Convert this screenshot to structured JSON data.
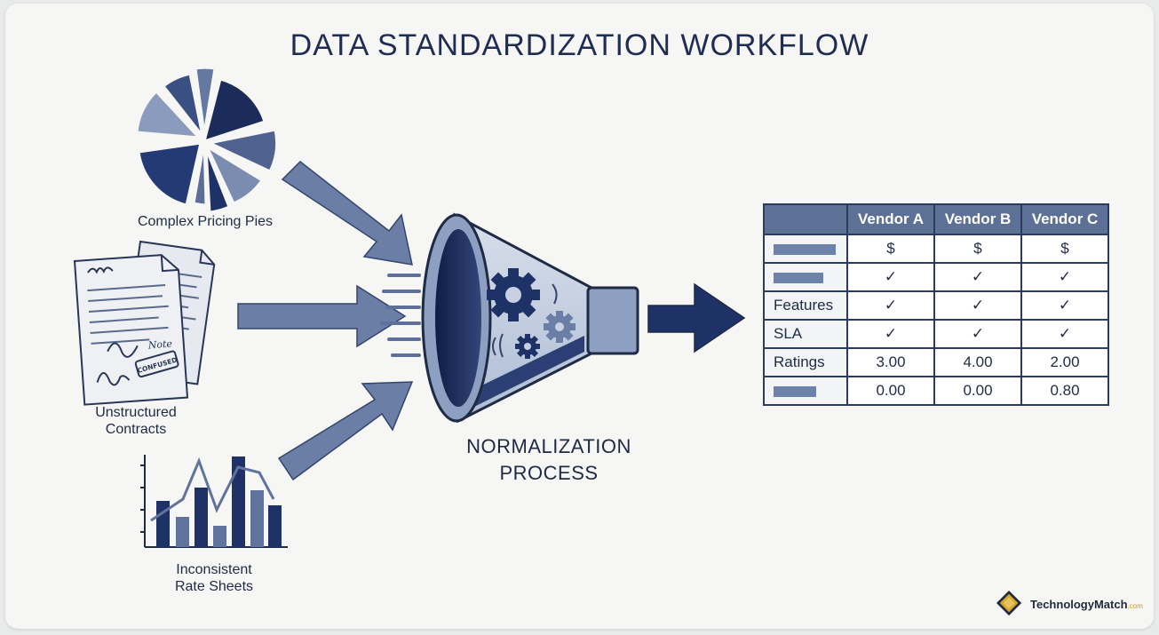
{
  "title": "DATA STANDARDIZATION WORKFLOW",
  "inputs": {
    "pricing_pies": "Complex Pricing Pies",
    "contracts_line1": "Unstructured",
    "contracts_line2": "Contracts",
    "rate_sheets_line1": "Inconsistent",
    "rate_sheets_line2": "Rate Sheets",
    "contract_annotations": {
      "note": "Note",
      "stamp": "CONFUSED"
    }
  },
  "process": {
    "line1": "NORMALIZATION",
    "line2": "PROCESS"
  },
  "table": {
    "headers": [
      "Vendor A",
      "Vendor B",
      "Vendor C"
    ],
    "rows": [
      {
        "label": "",
        "values": [
          "$",
          "$",
          "$"
        ]
      },
      {
        "label": "",
        "values": [
          "✓",
          "✓",
          "✓"
        ]
      },
      {
        "label": "Features",
        "values": [
          "✓",
          "✓",
          "✓"
        ]
      },
      {
        "label": "SLA",
        "values": [
          "✓",
          "✓",
          "✓"
        ]
      },
      {
        "label": "Ratings",
        "values": [
          "3.00",
          "4.00",
          "2.00"
        ]
      },
      {
        "label": "",
        "values": [
          "0.00",
          "0.00",
          "0.80"
        ]
      }
    ]
  },
  "brand": {
    "name": "TechnologyMatch",
    "suffix": ".com",
    "accent": "#d4a72c"
  },
  "colors": {
    "navy": "#1c2e5e",
    "slate": "#7085ab",
    "light": "#b9c6dc"
  }
}
